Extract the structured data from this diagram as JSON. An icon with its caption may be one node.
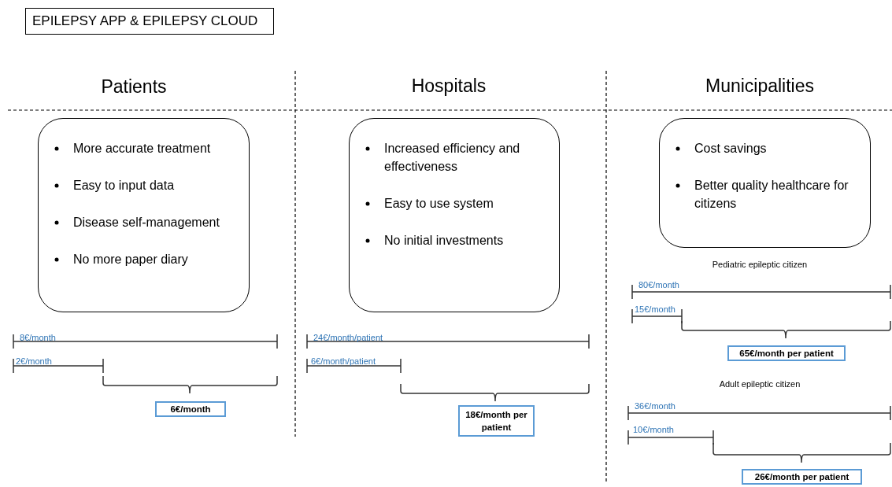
{
  "diagram": {
    "title": "EPILEPSY APP & EPILEPSY CLOUD",
    "nodes": [
      {
        "text": [
          "More accurate treatment",
          "Easy to input data",
          "Disease self-management",
          "No more paper diary"
        ]
      },
      {
        "text": [
          "Increased efficiency and effectiveness",
          "Easy to use system",
          "No initial investments"
        ]
      },
      {
        "text": [
          "Cost savings",
          "Better quality healthcare for citizens"
        ]
      },
      {
        "text": [
          "6€/month"
        ]
      },
      {
        "text": [
          "18€/month per patient"
        ]
      },
      {
        "text": [
          "65€/month per patient"
        ]
      },
      {
        "text": [
          "26€/month per patient"
        ]
      }
    ],
    "labels": [
      "Patients",
      "Hospitals",
      "Municipalities",
      "8€/month",
      "2€/month",
      "24€/month/patient",
      "6€/month/patient",
      "Pediatric epileptic citizen",
      "80€/month",
      "15€/month",
      "Adult epileptic citizen",
      "36€/month",
      "10€/month"
    ]
  }
}
